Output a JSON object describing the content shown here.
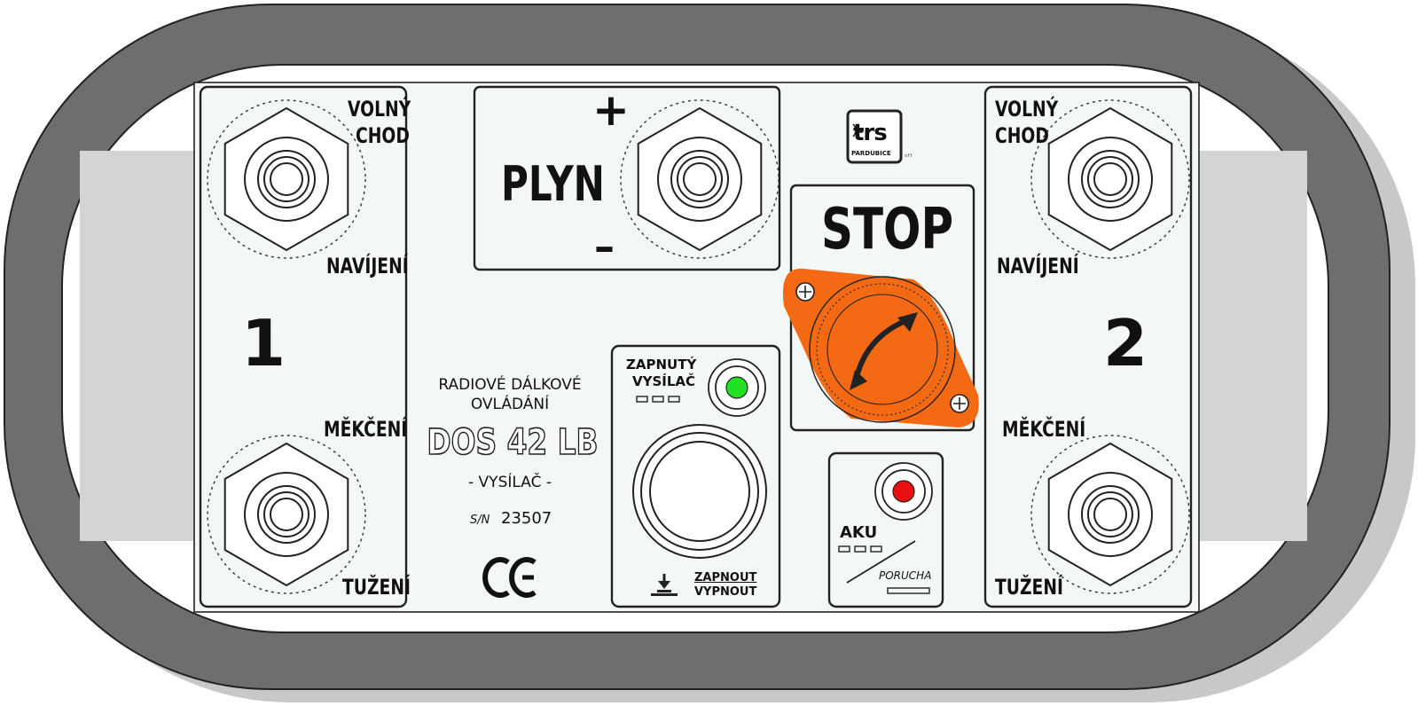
{
  "brand": {
    "name": "trs",
    "city": "PARDUBICE"
  },
  "colors": {
    "housing": "#6c6e6f",
    "panel": "#f4f7f8",
    "stop_plate": "#f46a14",
    "led_on": "#22e022",
    "led_fault": "#e81010"
  },
  "left_joystick": {
    "number": "1",
    "top_right": [
      "VOLNÝ",
      "CHOD"
    ],
    "middle_right": "NAVÍJENÍ",
    "lower_right": "MĚKČENÍ",
    "bottom_right": "TUŽENÍ"
  },
  "right_joystick": {
    "number": "2",
    "top_left": [
      "VOLNÝ",
      "CHOD"
    ],
    "middle_left": "NAVÍJENÍ",
    "lower_left": "MĚKČENÍ",
    "bottom_left": "TUŽENÍ"
  },
  "throttle": {
    "label": "PLYN",
    "plus": "+",
    "minus": "–"
  },
  "stop": {
    "label": "STOP"
  },
  "device": {
    "line1": "RADIOVÉ DÁLKOVÉ",
    "line2": "OVLÁDÁNÍ",
    "model": "DOS 42 LB",
    "subtitle": "- VYSÍLAČ -",
    "sn_label": "S/N",
    "sn_value": "23507",
    "ce_mark": "CE"
  },
  "power": {
    "status_line1": "ZAPNUTÝ",
    "status_line2": "VYSÍLAČ",
    "btn_line1": "ZAPNOUT",
    "btn_line2": "VYPNOUT"
  },
  "battery": {
    "label": "AKU",
    "fault": "PORUCHA"
  }
}
